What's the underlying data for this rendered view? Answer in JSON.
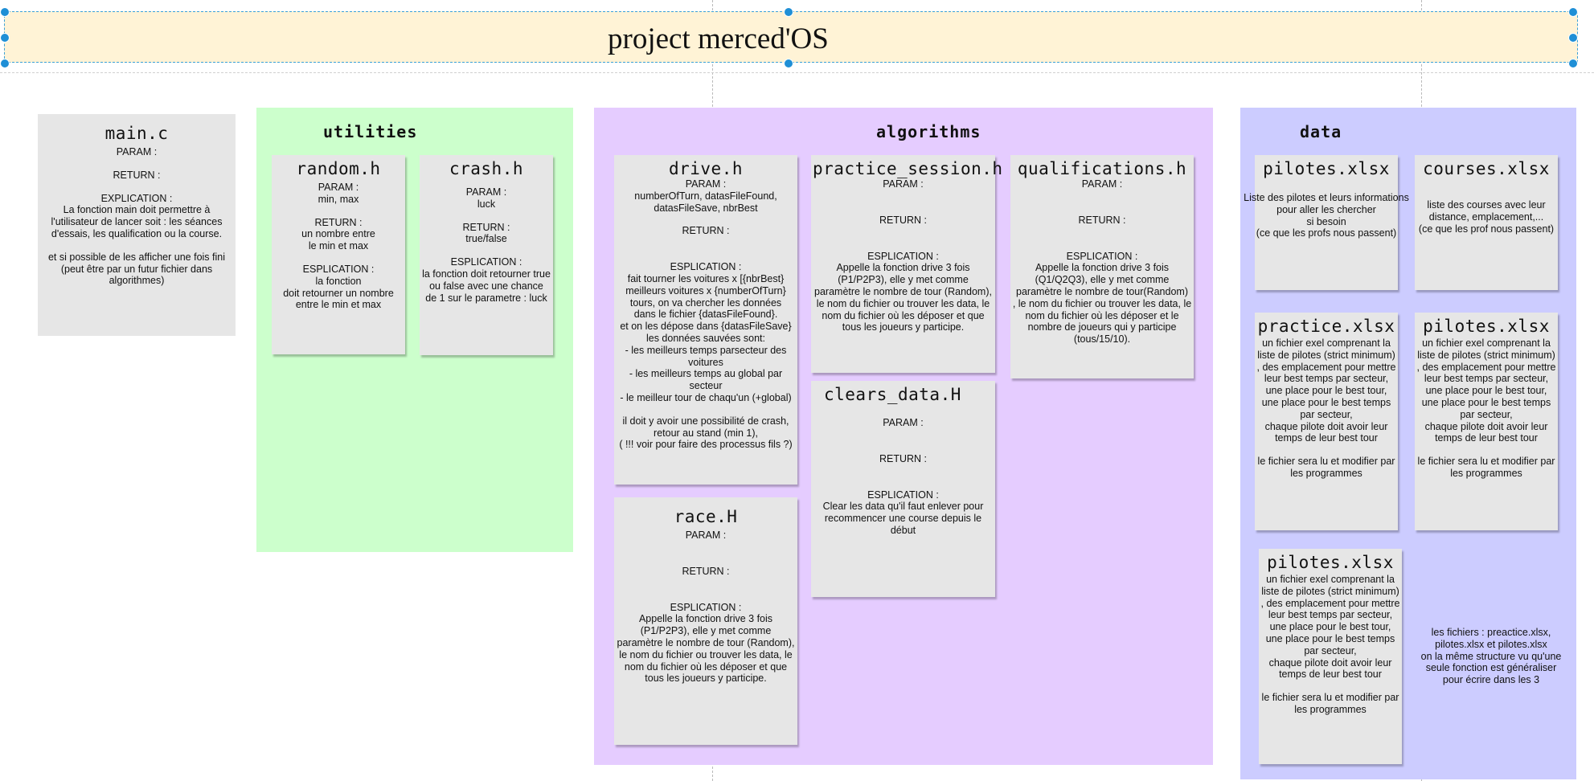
{
  "title": "project merced'OS",
  "main_c": {
    "name": "main.c",
    "param": "PARAM :",
    "return": "RETURN :",
    "explication": "EXPLICATION :\nLa fonction main doit permettre à l'utilisateur de lancer soit : les séances d'essais, les qualification ou la course.",
    "note": "et si possible de les afficher une fois fini (peut être par un futur fichier dans algorithmes)"
  },
  "utilities": {
    "title": "utilities",
    "random": {
      "name": "random.h",
      "param": "PARAM :\nmin, max",
      "return": "RETURN :\nun nombre entre\nle min et max",
      "explication": "ESPLICATION :\nla fonction\ndoit retourner un nombre\nentre le min et max"
    },
    "crash": {
      "name": "crash.h",
      "param": "PARAM :\nluck",
      "return": "RETURN :\ntrue/false",
      "explication": "ESPLICATION :\nla fonction doit retourner true\nou false avec une chance\nde 1 sur le parametre : luck"
    }
  },
  "algorithms": {
    "title": "algorithms",
    "drive": {
      "name": "drive.h",
      "param": "PARAM :\nnumberOfTurn, datasFileFound,\ndatasFileSave, nbrBest",
      "return": "RETURN :",
      "explication": "ESPLICATION :\nfait tourner les voitures x [{nbrBest}\nmeilleurs voitures x {numberOfTurn}\ntours, on va chercher les données\ndans le fichier {datasFileFound}.\net on les dépose dans {datasFileSave}\nles données sauvées sont:\n- les meilleurs temps parsecteur des\nvoitures\n- les meilleurs temps au global par\nsecteur\n- le meilleur tour de chaqu'un (+global)",
      "note": "il doit y avoir une possibilité de crash,\nretour au stand (min 1),\n( !!! voir pour faire des processus fils ?)"
    },
    "practice_session": {
      "name": "practice_session.h",
      "param": "PARAM :",
      "return": "RETURN :",
      "explication": "ESPLICATION :\nAppelle la fonction drive 3 fois\n(P1/P2P3), elle y met comme\nparamètre le nombre de tour (Random),\nle nom du fichier ou trouver les data, le\nnom du fichier où les déposer et que\ntous les joueurs y participe."
    },
    "qualifications": {
      "name": "qualifications.h",
      "param": "PARAM :",
      "return": "RETURN :",
      "explication": "ESPLICATION :\nAppelle la fonction drive 3 fois\n(Q1/Q2Q3),  elle y met comme\nparamètre le nombre de tour(Random)\n, le nom du fichier ou trouver les data, le\nnom du fichier où les déposer et le\nnombre de joueurs qui y participe\n(tous/15/10)."
    },
    "clears_data": {
      "name": "clears_data.H",
      "param": "PARAM :",
      "return": "RETURN :",
      "explication": "ESPLICATION :\nClear les data qu'il faut enlever pour\nrecommencer une course depuis le\ndébut"
    },
    "race": {
      "name": "race.H",
      "param": "PARAM :",
      "return": "RETURN :",
      "explication": "ESPLICATION :\nAppelle la fonction drive 3 fois\n(P1/P2P3), elle y met comme\nparamètre le nombre de tour (Random),\nle nom du fichier ou trouver les data, le\nnom du fichier où les déposer et que\ntous les joueurs y participe."
    }
  },
  "data": {
    "title": "data",
    "pilotes_top": {
      "name": "pilotes.xlsx",
      "text": "Liste des pilotes et leurs informations\npour aller les chercher\nsi besoin\n(ce que les profs nous passent)"
    },
    "courses": {
      "name": "courses.xlsx",
      "text": "liste des courses avec leur\ndistance, emplacement,...\n(ce que les prof nous passent)"
    },
    "practice": {
      "name": "practice.xlsx",
      "text": "un fichier exel comprenant la\nliste de pilotes (strict minimum)\n, des emplacement pour mettre\nleur best temps par secteur,\nune place pour le best tour,\nune place pour le best temps\npar secteur,\nchaque pilote doit avoir leur\ntemps de leur best tour",
      "note": "le fichier sera lu et modifier par\nles programmes"
    },
    "pilotes_mid": {
      "name": "pilotes.xlsx",
      "text": "un fichier exel comprenant la\nliste de pilotes (strict minimum)\n, des emplacement pour mettre\nleur best temps par secteur,\nune place pour le best tour,\nune place pour le best temps\npar secteur,\nchaque pilote doit avoir leur\ntemps de leur best tour",
      "note": "le fichier sera lu et modifier par\nles programmes"
    },
    "pilotes_bottom": {
      "name": "pilotes.xlsx",
      "text": "un fichier exel comprenant la\nliste de pilotes (strict minimum)\n, des emplacement pour mettre\nleur best temps par secteur,\nune place pour le best tour,\nune place pour le best temps\npar secteur,\nchaque pilote doit avoir leur\ntemps de leur best tour",
      "note": "le fichier sera lu et modifier par\nles programmes"
    },
    "footnote": "les fichiers : preactice.xlsx,\npilotes.xlsx et pilotes.xlsx\non la même structure vu qu'une\nseule fonction est généraliser\npour écrire dans les 3"
  },
  "colors": {
    "title_bg": "#fff3d6",
    "main_bg": "#e6e6e6",
    "utilities_bg": "#ccffcc",
    "algorithms_bg": "#e5ccff",
    "data_bg": "#ccccff",
    "selection": "#1f8fd6"
  }
}
